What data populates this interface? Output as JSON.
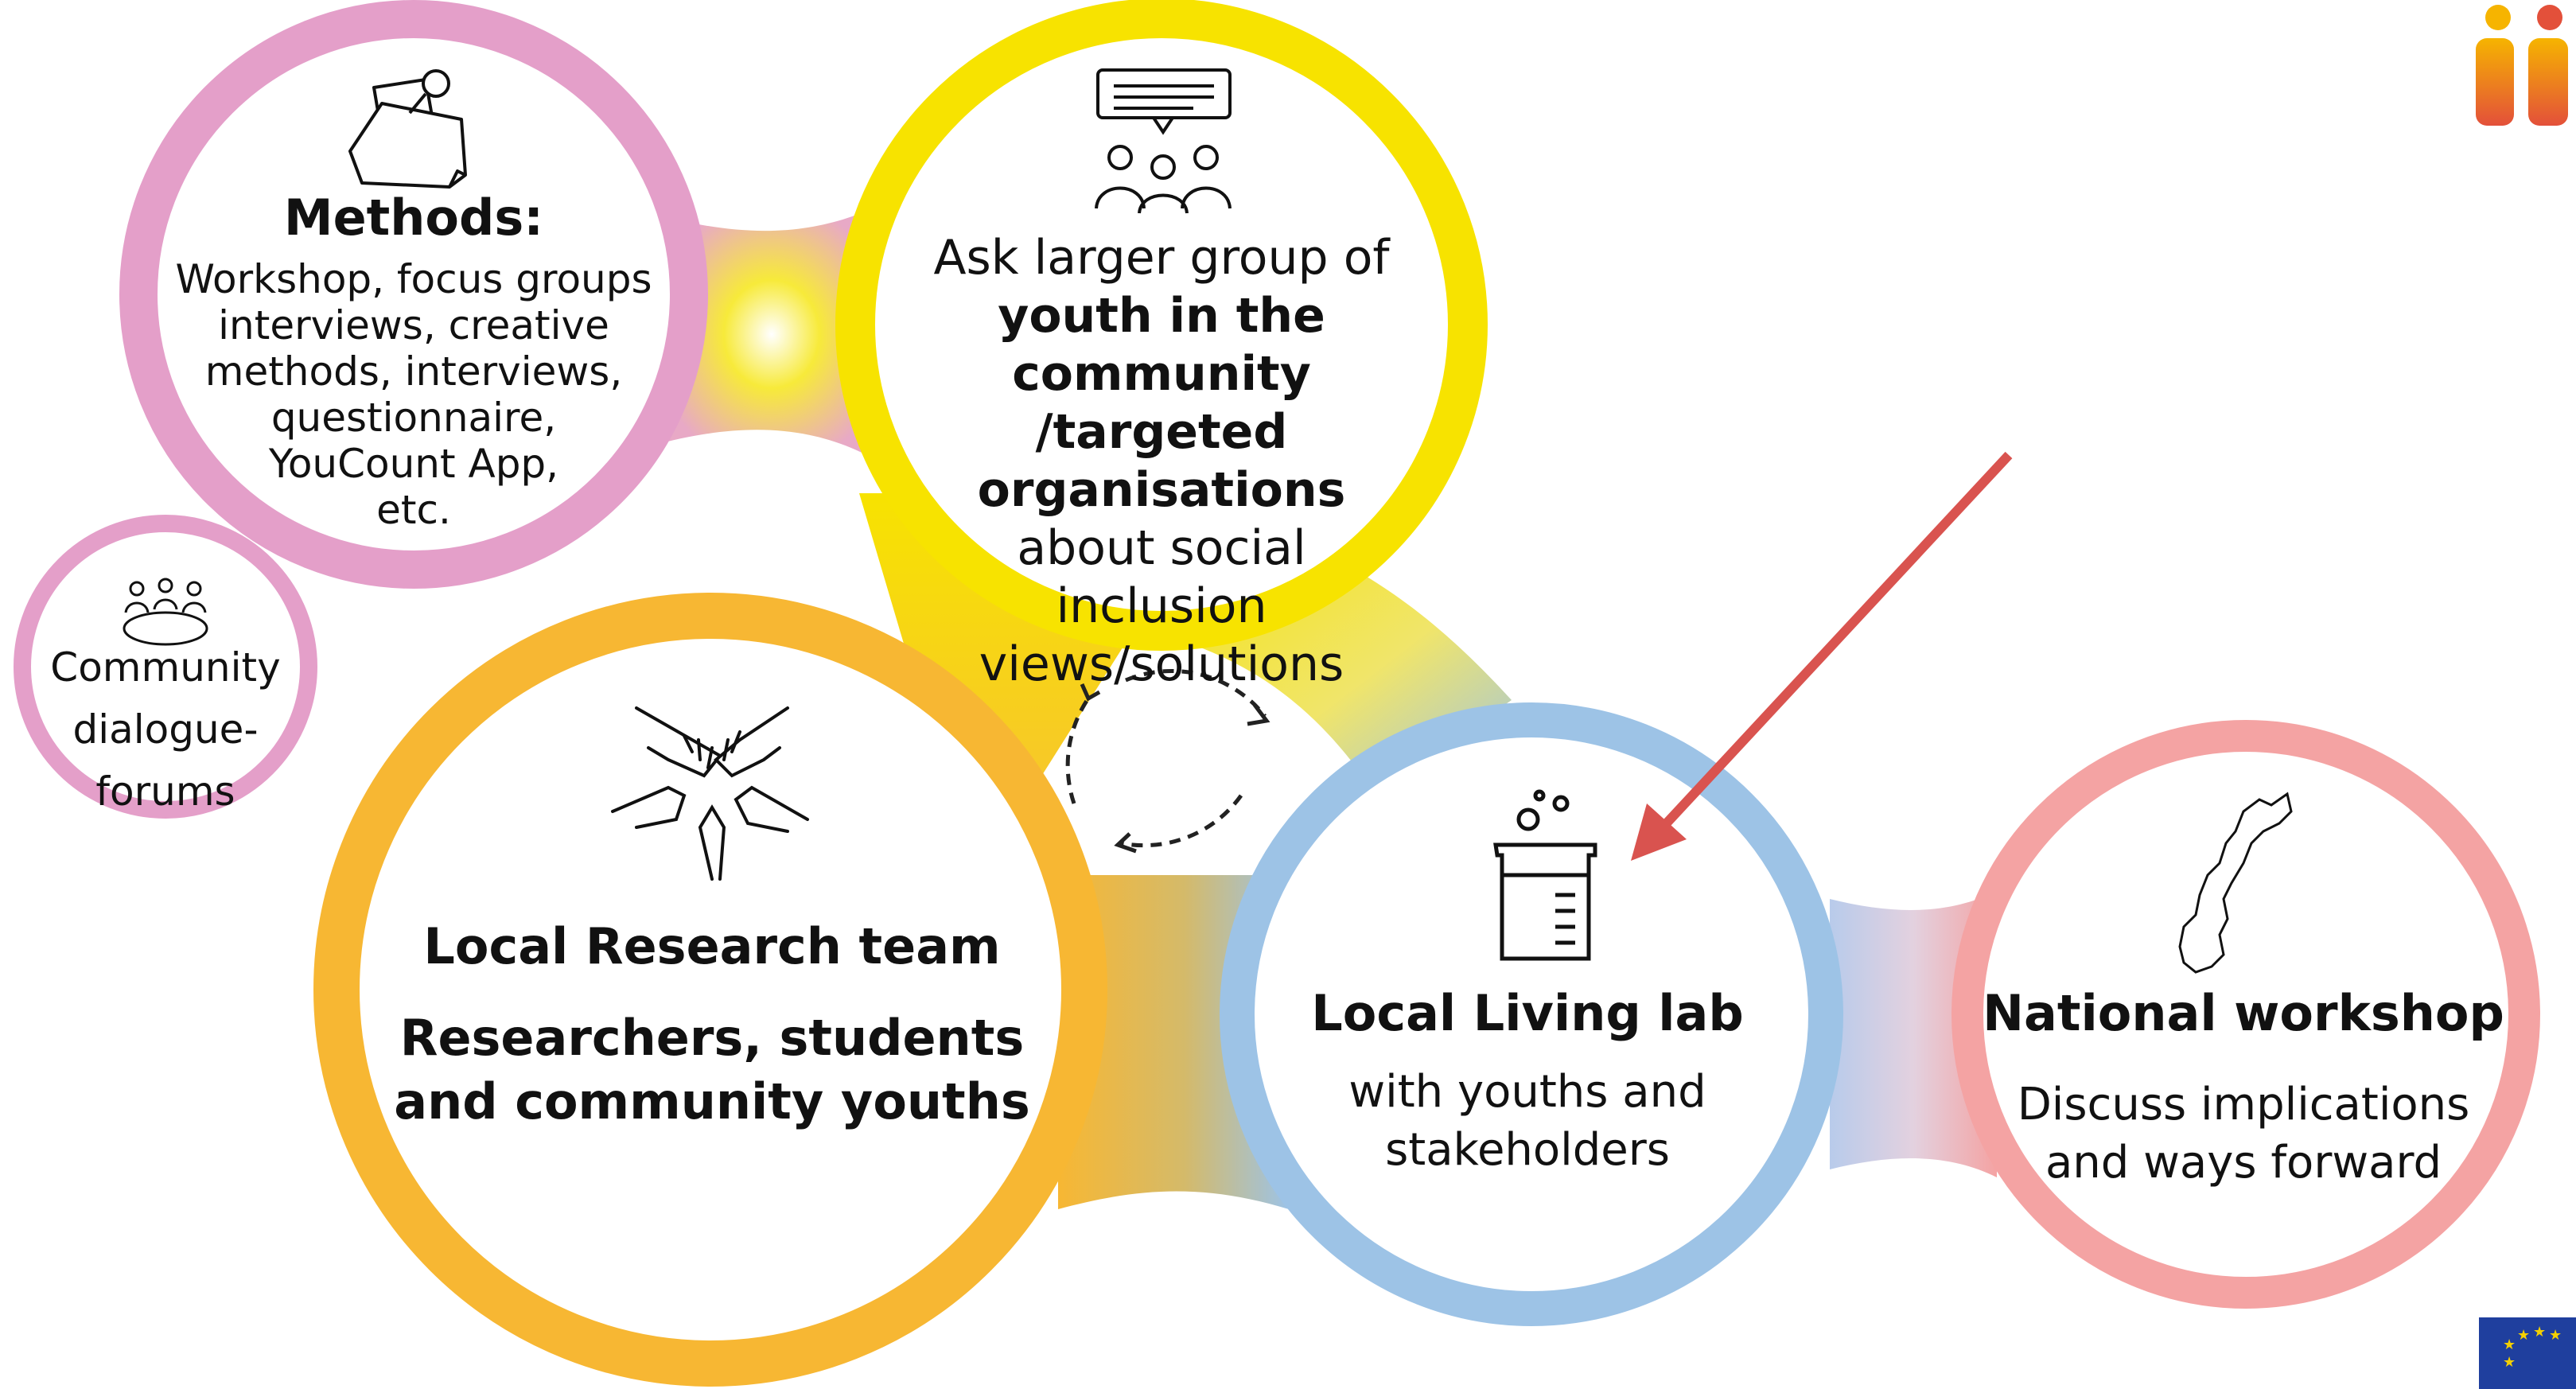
{
  "methods": {
    "title": "Methods:",
    "lines": [
      "Workshop, focus groups",
      "interviews, creative",
      "methods, interviews,",
      "questionnaire,",
      "YouCount App,",
      "etc."
    ]
  },
  "ask": {
    "line1": "Ask larger group of",
    "bold1": "youth in the community",
    "bold2": "/targeted organisations",
    "line4": "about social",
    "line5": "inclusion views/solutions"
  },
  "community": {
    "lines": [
      "Community",
      "dialogue-",
      "forums"
    ]
  },
  "research": {
    "title": "Local Research team",
    "sub1": "Researchers, students",
    "sub2": "and community youths"
  },
  "living_lab": {
    "title": "Local Living lab",
    "sub1": "with youths and",
    "sub2": "stakeholders"
  },
  "national": {
    "title": "National workshop",
    "sub1": "Discuss implications",
    "sub2": "and ways forward"
  },
  "icons": [
    "notes-pin-icon",
    "discussion-group-icon",
    "meeting-table-icon",
    "joined-hands-icon",
    "cycle-arrows-icon",
    "beaker-icon",
    "norway-map-icon",
    "youcount-logo-icon",
    "eu-flag-icon"
  ],
  "colors": {
    "pink": "#e49fc9",
    "yellow": "#f7e300",
    "orange": "#f7b733",
    "blue": "#9dc3e6",
    "salmon": "#f4a3a3",
    "arrow": "#d9534f"
  }
}
